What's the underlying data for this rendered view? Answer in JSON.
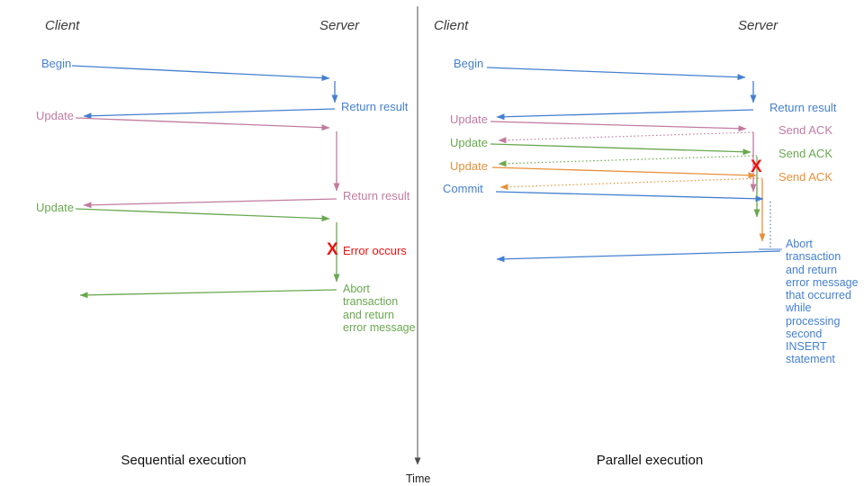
{
  "palette": {
    "blue": "#4480cf",
    "pink": "#c27ba0",
    "green": "#69a84f",
    "orange": "#e6913a",
    "red": "#ee1111",
    "ink": "#3b3b3b",
    "caption": "#111111",
    "axis": "#4d4d4d"
  },
  "time_axis": {
    "label": "Time"
  },
  "left_panel": {
    "caption": "Sequential execution",
    "client_header": "Client",
    "server_header": "Server",
    "labels": {
      "begin": "Begin",
      "return_result_1": "Return result",
      "update_1": "Update",
      "return_result_2": "Return result",
      "update_2": "Update",
      "error_mark": "X",
      "error_occurs": "Error occurs",
      "abort": "Abort\ntransaction\nand return\nerror message"
    }
  },
  "right_panel": {
    "caption": "Parallel execution",
    "client_header": "Client",
    "server_header": "Server",
    "labels": {
      "begin": "Begin",
      "return_result": "Return result",
      "update_1": "Update",
      "send_ack_1": "Send ACK",
      "update_2": "Update",
      "send_ack_2": "Send ACK",
      "update_3": "Update",
      "send_ack_3": "Send ACK",
      "commit": "Commit",
      "error_mark": "X",
      "abort": "Abort\ntransaction\nand return\nerror message\nthat occurred\nwhile\nprocessing\nsecond\nINSERT\nstatement"
    }
  }
}
